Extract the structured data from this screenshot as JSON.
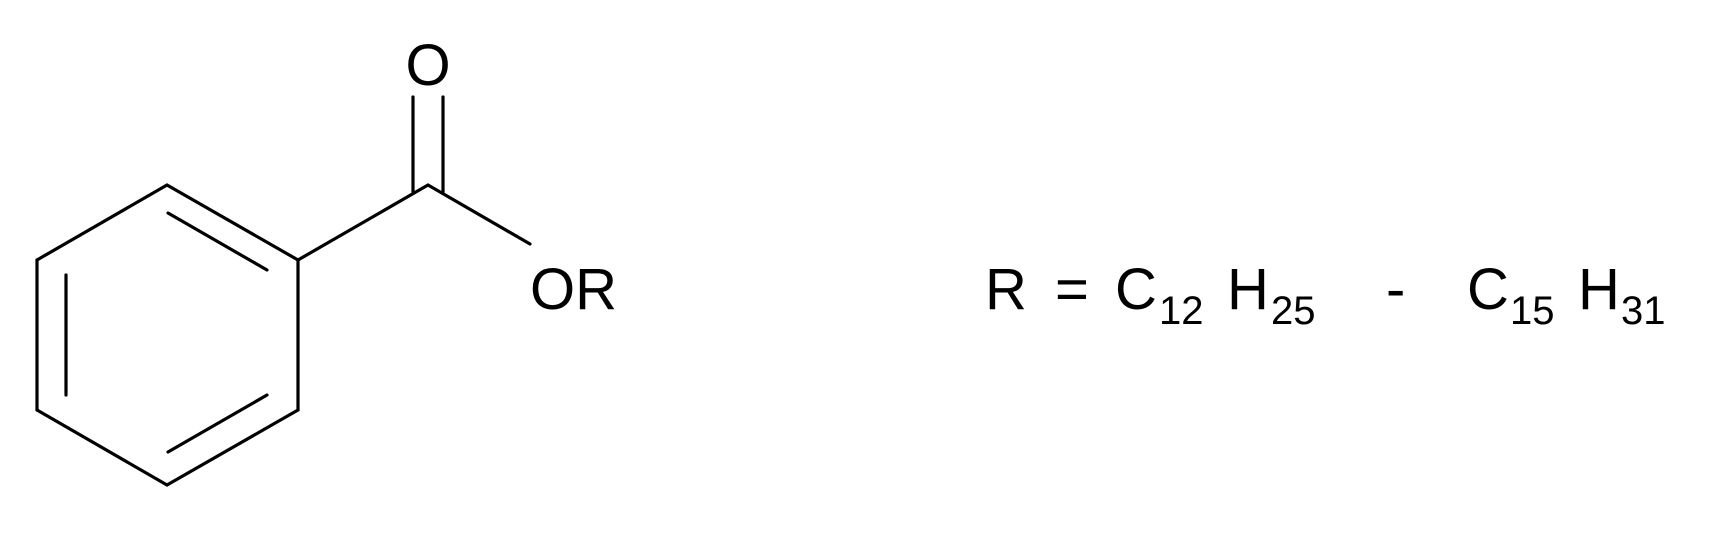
{
  "structure": {
    "carbonyl_oxygen_label": "O",
    "ester_group_label": "OR"
  },
  "formula": {
    "r_label": "R",
    "equals": "=",
    "first_element_c": "C",
    "first_c_count": "12",
    "first_element_h": "H",
    "first_h_count": "25",
    "range_separator": "-",
    "second_element_c": "C",
    "second_c_count": "15",
    "second_element_h": "H",
    "second_h_count": "31"
  },
  "colors": {
    "stroke": "#000000",
    "background": "#ffffff"
  }
}
